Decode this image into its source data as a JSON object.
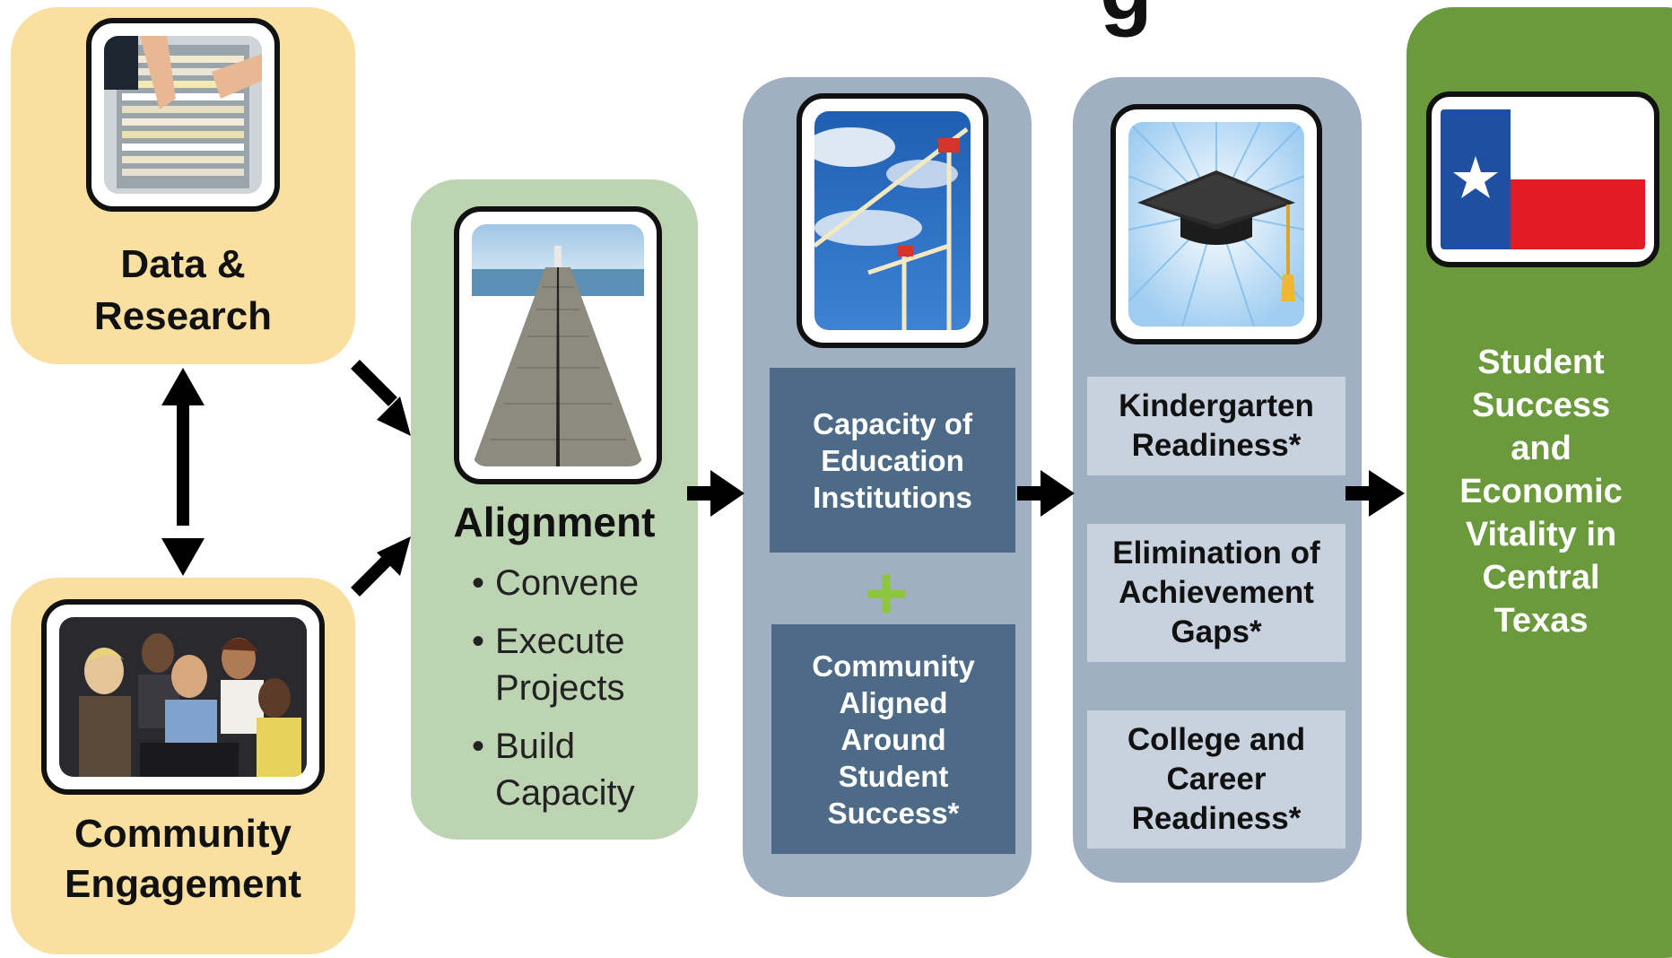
{
  "title_fragment": "g",
  "nodes": {
    "data_research": {
      "label": "Data & Research"
    },
    "community_engagement": {
      "label": "Community Engagement"
    },
    "alignment": {
      "title": "Alignment",
      "bullets": [
        "Convene",
        "Execute Projects",
        "Build Capacity"
      ]
    },
    "capacity": {
      "top_box": "Capacity of Education Institutions",
      "plus": "+",
      "bottom_box": "Community Aligned Around Student Success*"
    },
    "outcomes": {
      "items": [
        "Kindergarten Readiness*",
        "Elimination of Achievement Gaps*",
        "College and Career Readiness*"
      ]
    },
    "result": {
      "label": "Student Success and Economic Vitality in Central Texas"
    }
  },
  "icons": {
    "data_research": "file-folders-photo",
    "community_engagement": "people-meeting-photo",
    "alignment": "stone-pier-photo",
    "capacity": "construction-cranes-photo",
    "outcomes": "graduation-cap-icon",
    "result": "texas-flag-icon"
  },
  "colors": {
    "yellow_panel": "#f9e0a0",
    "alignment_panel": "#bdd4b3",
    "slate_panel": "#a0b0c2",
    "dark_box": "#4d6a87",
    "light_box": "#c7d2de",
    "result_panel": "#6a9a3c",
    "plus": "#8cc63f"
  }
}
